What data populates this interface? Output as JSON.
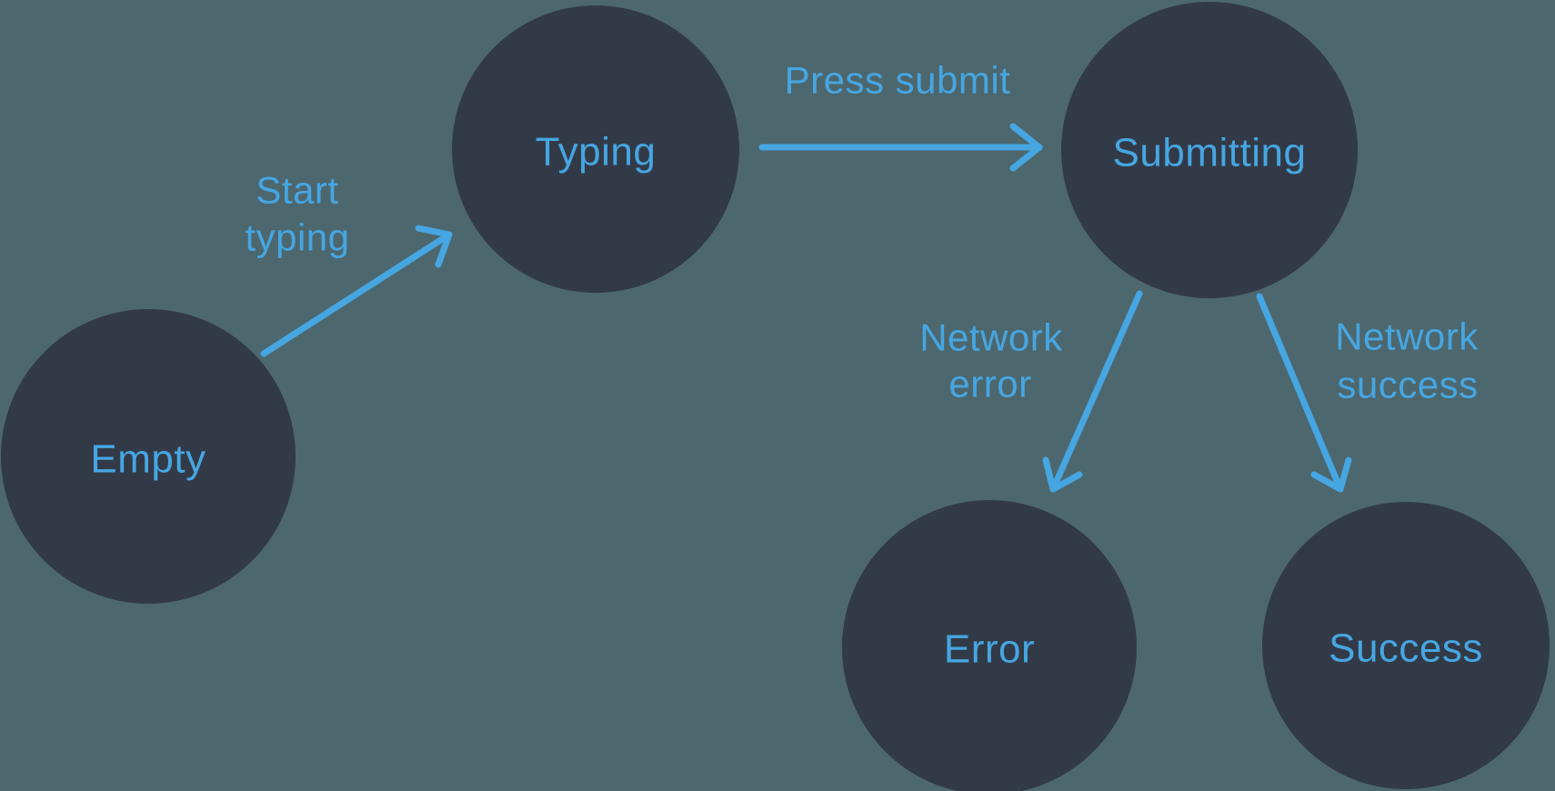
{
  "diagram": {
    "colors": {
      "background": "#4d676e",
      "node_fill": "#323a47",
      "accent": "#46a6e2"
    },
    "nodes": {
      "empty": {
        "label": "Empty"
      },
      "typing": {
        "label": "Typing"
      },
      "submitting": {
        "label": "Submitting"
      },
      "error": {
        "label": "Error"
      },
      "success": {
        "label": "Success"
      }
    },
    "edges": {
      "start_typing": {
        "from": "Empty",
        "to": "Typing",
        "lines": [
          "Start",
          "typing"
        ]
      },
      "press_submit": {
        "from": "Typing",
        "to": "Submitting",
        "lines": [
          "Press submit"
        ]
      },
      "network_error": {
        "from": "Submitting",
        "to": "Error",
        "lines": [
          "Network",
          "error"
        ]
      },
      "network_success": {
        "from": "Submitting",
        "to": "Success",
        "lines": [
          "Network",
          "success"
        ]
      }
    }
  }
}
